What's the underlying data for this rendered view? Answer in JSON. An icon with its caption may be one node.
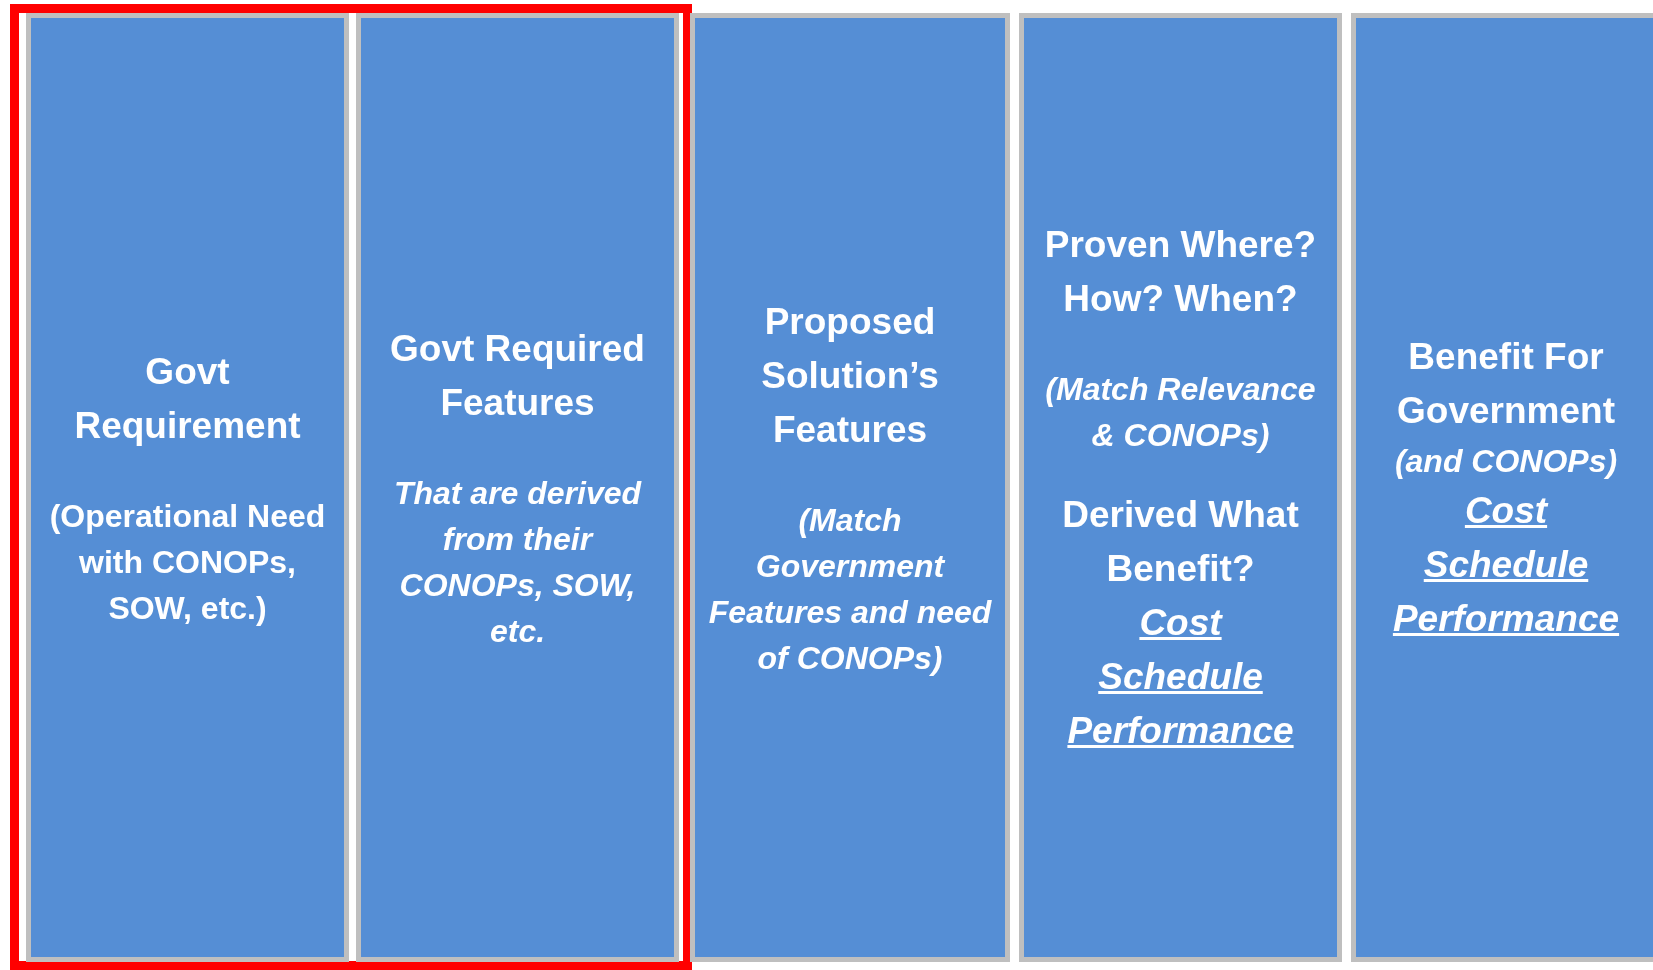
{
  "diagram": {
    "nodes": [
      {
        "text": [],
        "shape": "box"
      },
      {
        "text": [
          "Govt Requirement",
          "(Operational Need with CONOPs, SOW, etc.)"
        ],
        "in": 0
      },
      {
        "text": [
          "Govt Required Features",
          "That are derived from their CONOPs, SOW, etc."
        ],
        "in": 0
      },
      {
        "text": [
          "Proposed Solution’s Features",
          "(Match Government Features and need of CONOPs)"
        ]
      },
      {
        "text": [
          "Proven Where? How? When?",
          "(Match Relevance & CONOPs)",
          "Derived What Benefit?",
          "Cost",
          "Schedule",
          "Performance"
        ]
      },
      {
        "text": [
          "Benefit For Government",
          "(and CONOPs)",
          "Cost",
          "Schedule",
          "Performance"
        ]
      }
    ]
  }
}
